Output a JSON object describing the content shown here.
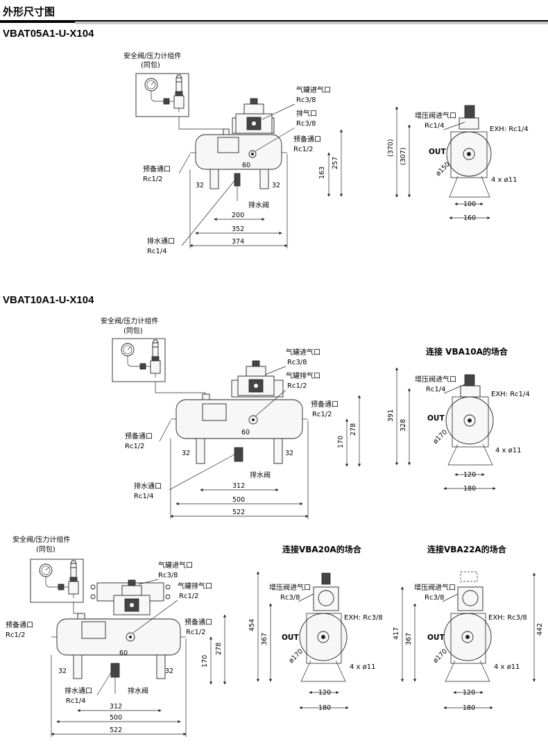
{
  "header": {
    "title": "外形尺寸图"
  },
  "models": {
    "m1": "VBAT05A1-U-X104",
    "m2": "VBAT10A1-U-X104"
  },
  "labels": {
    "safety_valve_kit_line1": "安全阀/压力计组件",
    "safety_valve_kit_line2": "(同包)",
    "tank_inlet": "气罐进气口",
    "exhaust": "排气口",
    "tank_exhaust": "气罐排气口",
    "spare_port": "预备通口",
    "drain_port": "排水通口",
    "drain_valve": "排水阀",
    "booster_inlet": "增压阀进气口",
    "out": "OUT",
    "exh_rc14": "EXH: Rc1/4",
    "exh_rc38": "EXH: Rc3/8",
    "feet": "4 x ø11",
    "rc38": "Rc3/8",
    "rc12": "Rc1/2",
    "rc14": "Rc1/4"
  },
  "subtitles": {
    "vba10a": "连接 VBA10A的场合",
    "vba20a": "连接VBA20A的场合",
    "vba22a": "连接VBA22A的场合"
  },
  "dims_m1": {
    "d32a": "32",
    "d32b": "32",
    "d60": "60",
    "d200": "200",
    "d352": "352",
    "d374": "374",
    "d163": "163",
    "d257": "257",
    "d370": "(370)",
    "d307": "(307)",
    "dia150": "ø150",
    "d100": "100",
    "d160": "160"
  },
  "dims_m2": {
    "d32a": "32",
    "d32b": "32",
    "d60": "60",
    "d312": "312",
    "d500": "500",
    "d522": "522",
    "d170": "170",
    "d278": "278",
    "d391": "391",
    "d328": "328",
    "dia170": "ø170",
    "d120": "120",
    "d180": "180"
  },
  "dims_m3": {
    "d32a": "32",
    "d32b": "32",
    "d60": "60",
    "d312": "312",
    "d500": "500",
    "d522": "522",
    "d170": "170",
    "d278": "278"
  },
  "dims_vba20": {
    "d454": "454",
    "d367": "367",
    "dia170": "ø170",
    "d120": "120",
    "d180": "180"
  },
  "dims_vba22": {
    "d417": "417",
    "d367": "367",
    "d442": "442",
    "dia170": "ø170",
    "d120": "120",
    "d180": "180"
  }
}
